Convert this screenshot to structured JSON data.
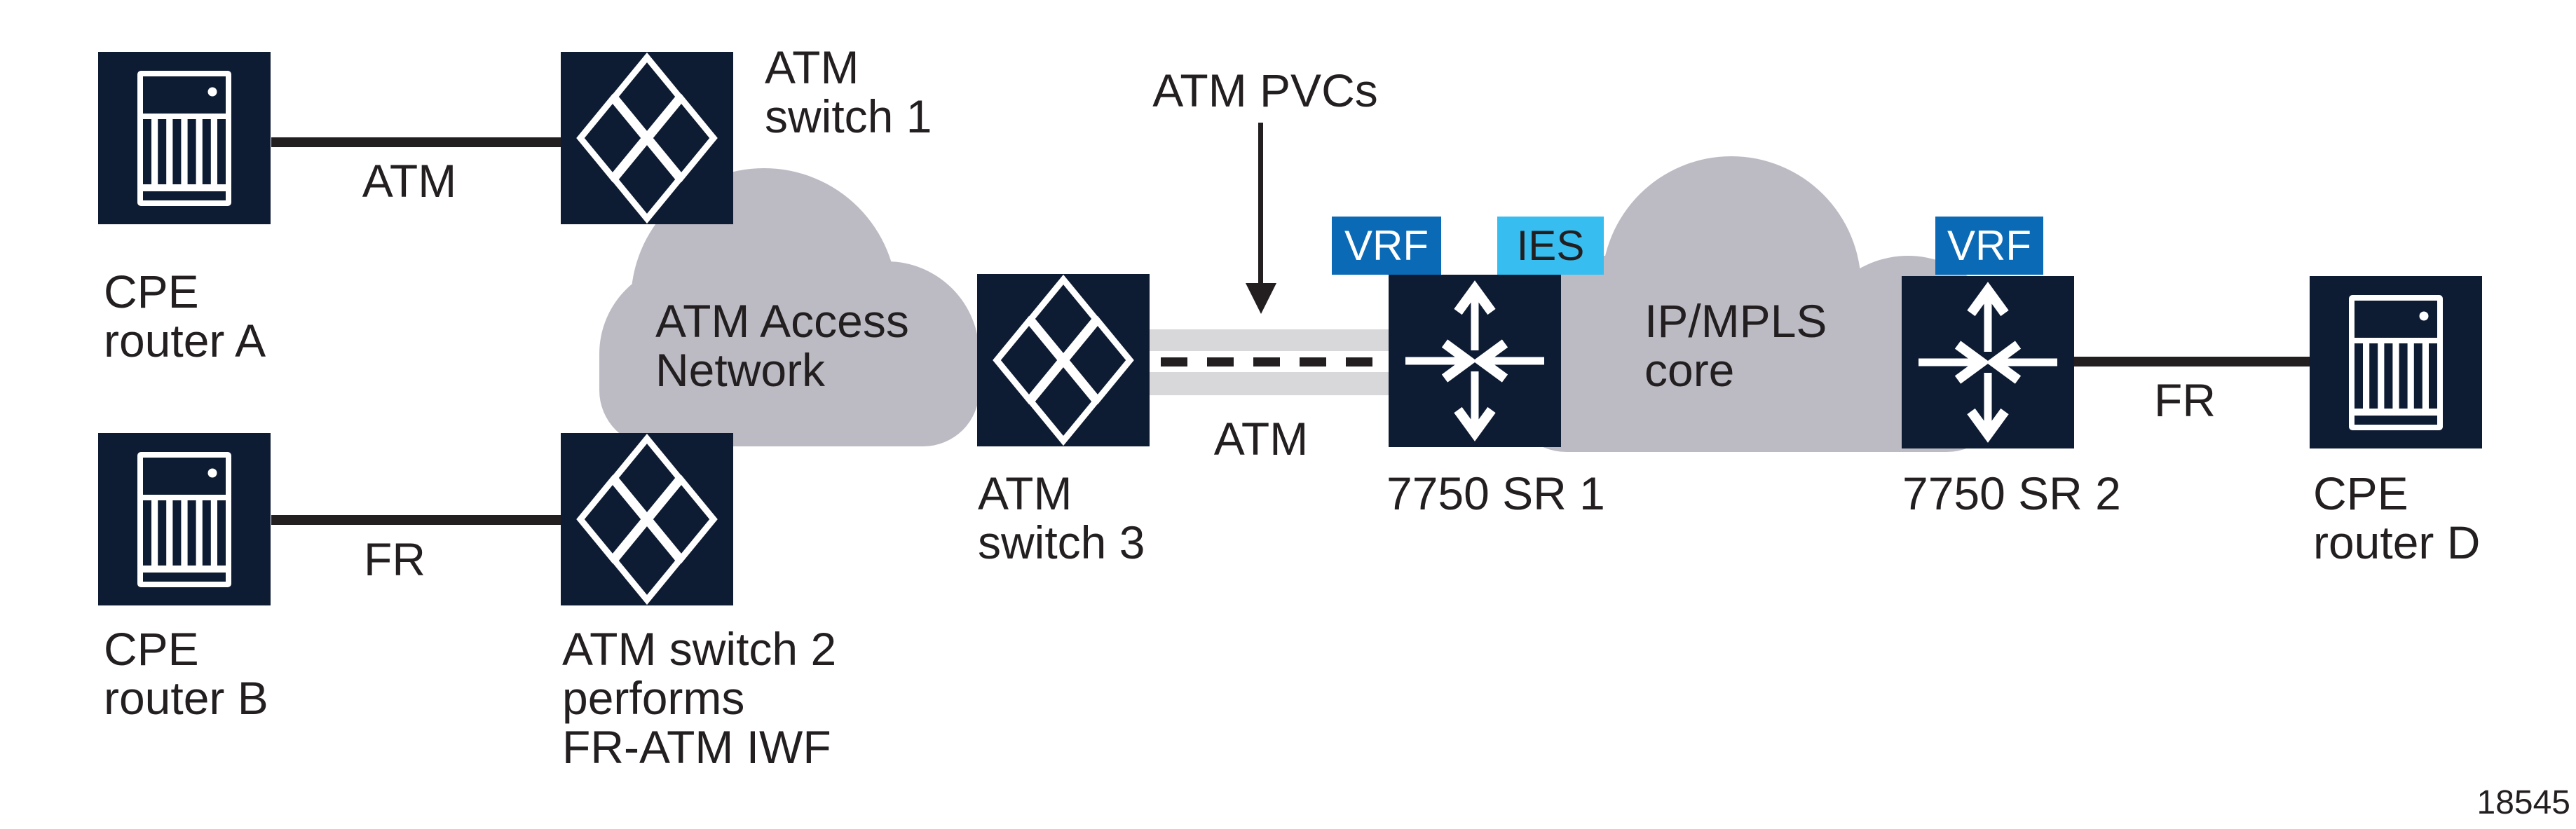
{
  "figure_number": "18545",
  "colors": {
    "node_navy": "#0D1B33",
    "badge_blue": "#0A6AB5",
    "badge_cyan": "#37BDEF",
    "cloud_gray": "#BCBBC4",
    "pipe_gray": "#D8D7DA",
    "ink_black": "#231F20"
  },
  "clouds": {
    "atm_access": {
      "line1": "ATM Access",
      "line2": "Network"
    },
    "ip_mpls": {
      "line1": "IP/MPLS",
      "line2": "core"
    }
  },
  "nodes": {
    "cpe_router_a": {
      "line1": "CPE",
      "line2": "router A"
    },
    "cpe_router_b": {
      "line1": "CPE",
      "line2": "router B"
    },
    "cpe_router_d": {
      "line1": "CPE",
      "line2": "router D"
    },
    "atm_switch_1": {
      "line1": "ATM",
      "line2": "switch 1"
    },
    "atm_switch_2": {
      "line1": "ATM switch 2",
      "line2": "performs",
      "line3": "FR-ATM IWF"
    },
    "atm_switch_3": {
      "line1": "ATM",
      "line2": "switch 3"
    },
    "sr1": {
      "label": "7750 SR 1"
    },
    "sr2": {
      "label": "7750 SR 2"
    }
  },
  "badges": {
    "sr1_vrf": "VRF",
    "sr1_ies": "IES",
    "sr2_vrf": "VRF"
  },
  "links": {
    "a_to_sw1": "ATM",
    "b_to_sw2": "FR",
    "sw3_to_sr1": "ATM",
    "sr2_to_d": "FR"
  },
  "annotation": {
    "atm_pvcs": "ATM PVCs"
  }
}
